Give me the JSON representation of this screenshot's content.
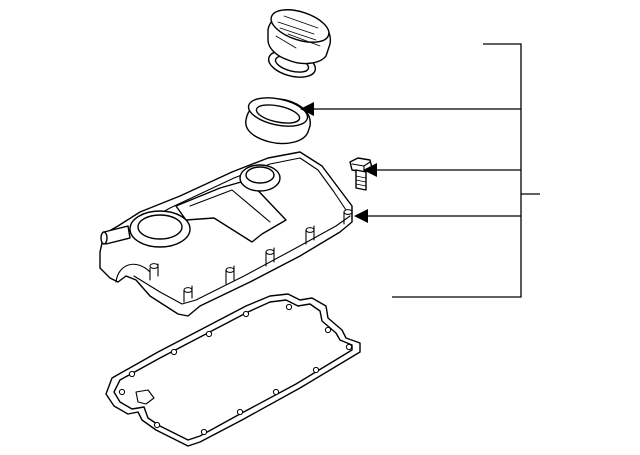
{
  "diagram": {
    "type": "exploded-parts-diagram",
    "parts": [
      {
        "id": "oil-filler-cap",
        "icon": "oil-filler-cap-icon"
      },
      {
        "id": "filler-cap-seal",
        "icon": "seal-ring-icon"
      },
      {
        "id": "cover-bolt",
        "icon": "bolt-icon"
      },
      {
        "id": "valve-cover",
        "icon": "valve-cover-icon"
      },
      {
        "id": "valve-cover-gasket",
        "icon": "gasket-icon"
      }
    ],
    "callouts": [
      {
        "target": "filler-cap-seal",
        "arrow": true
      },
      {
        "target": "cover-bolt",
        "arrow": true
      },
      {
        "target": "valve-cover",
        "arrow": true
      },
      {
        "target": "oil-filler-cap",
        "arrow": false
      },
      {
        "target": "valve-cover-gasket",
        "arrow": false
      }
    ],
    "colors": {
      "line": "#000000",
      "background": "#ffffff"
    }
  }
}
